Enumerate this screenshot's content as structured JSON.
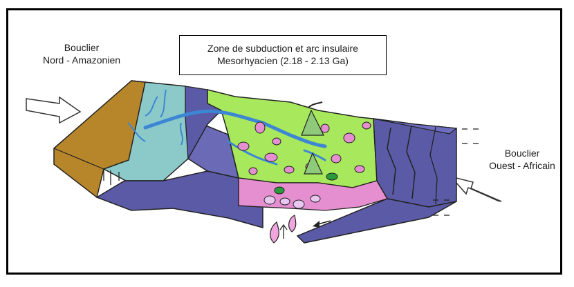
{
  "labels": {
    "west_shield": [
      "Bouclier",
      "Nord - Amazonien"
    ],
    "east_shield": [
      "Bouclier",
      "Ouest - Africain"
    ],
    "title": [
      "Zone de subduction et arc insulaire",
      "Mesorhyacien (2.18 - 2.13 Ga)"
    ]
  },
  "colors": {
    "ochre": "#b8862a",
    "teal": "#8ccaca",
    "green": "#a8e85c",
    "purple": "#5b5aa6",
    "pink": "#e68fd0",
    "river_blue": "#3d86d4",
    "dark_green": "#2a9a3a"
  }
}
